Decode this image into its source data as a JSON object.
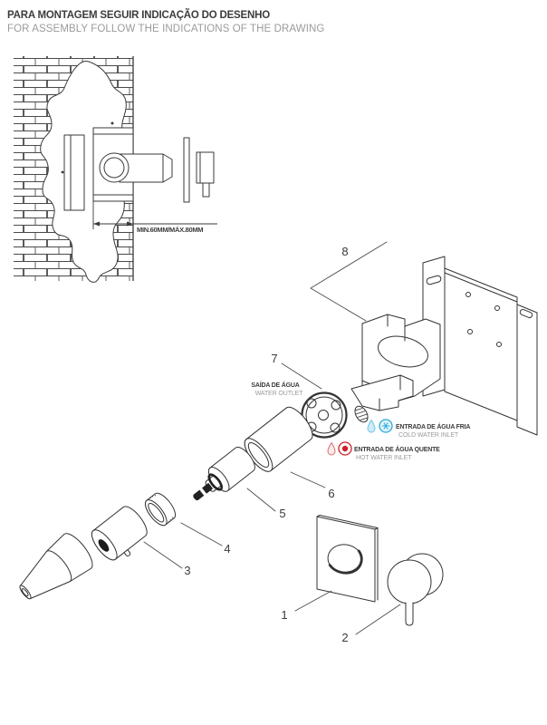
{
  "header": {
    "title_pt": "PARA MONTAGEM SEGUIR INDICAÇÃO DO DESENHO",
    "subtitle_en": "FOR ASSEMBLY FOLLOW THE INDICATIONS OF THE DRAWING"
  },
  "wall_section_diagram": {
    "dimension_label": "MIN.60MM/MÁX.80MM"
  },
  "exploded_diagram": {
    "part_numbers": [
      "1",
      "2",
      "3",
      "4",
      "5",
      "6",
      "7",
      "8"
    ],
    "water_outlet": {
      "label_pt": "SAÍDA DE ÁGUA",
      "label_en": "WATER OUTLET"
    },
    "cold_water_inlet": {
      "label_pt": "ENTRADA DE ÁGUA FRIA",
      "label_en": "COLD WATER INLET",
      "color": "#2aa9dc"
    },
    "hot_water_inlet": {
      "label_pt": "ENTRADA DE ÁGUA QUENTE",
      "label_en": "HOT WATER INLET",
      "color": "#cc2229"
    }
  },
  "colors": {
    "line_art": "#3a3a3a",
    "text_primary": "#3c3c3c",
    "text_secondary": "#9b9b9b"
  }
}
